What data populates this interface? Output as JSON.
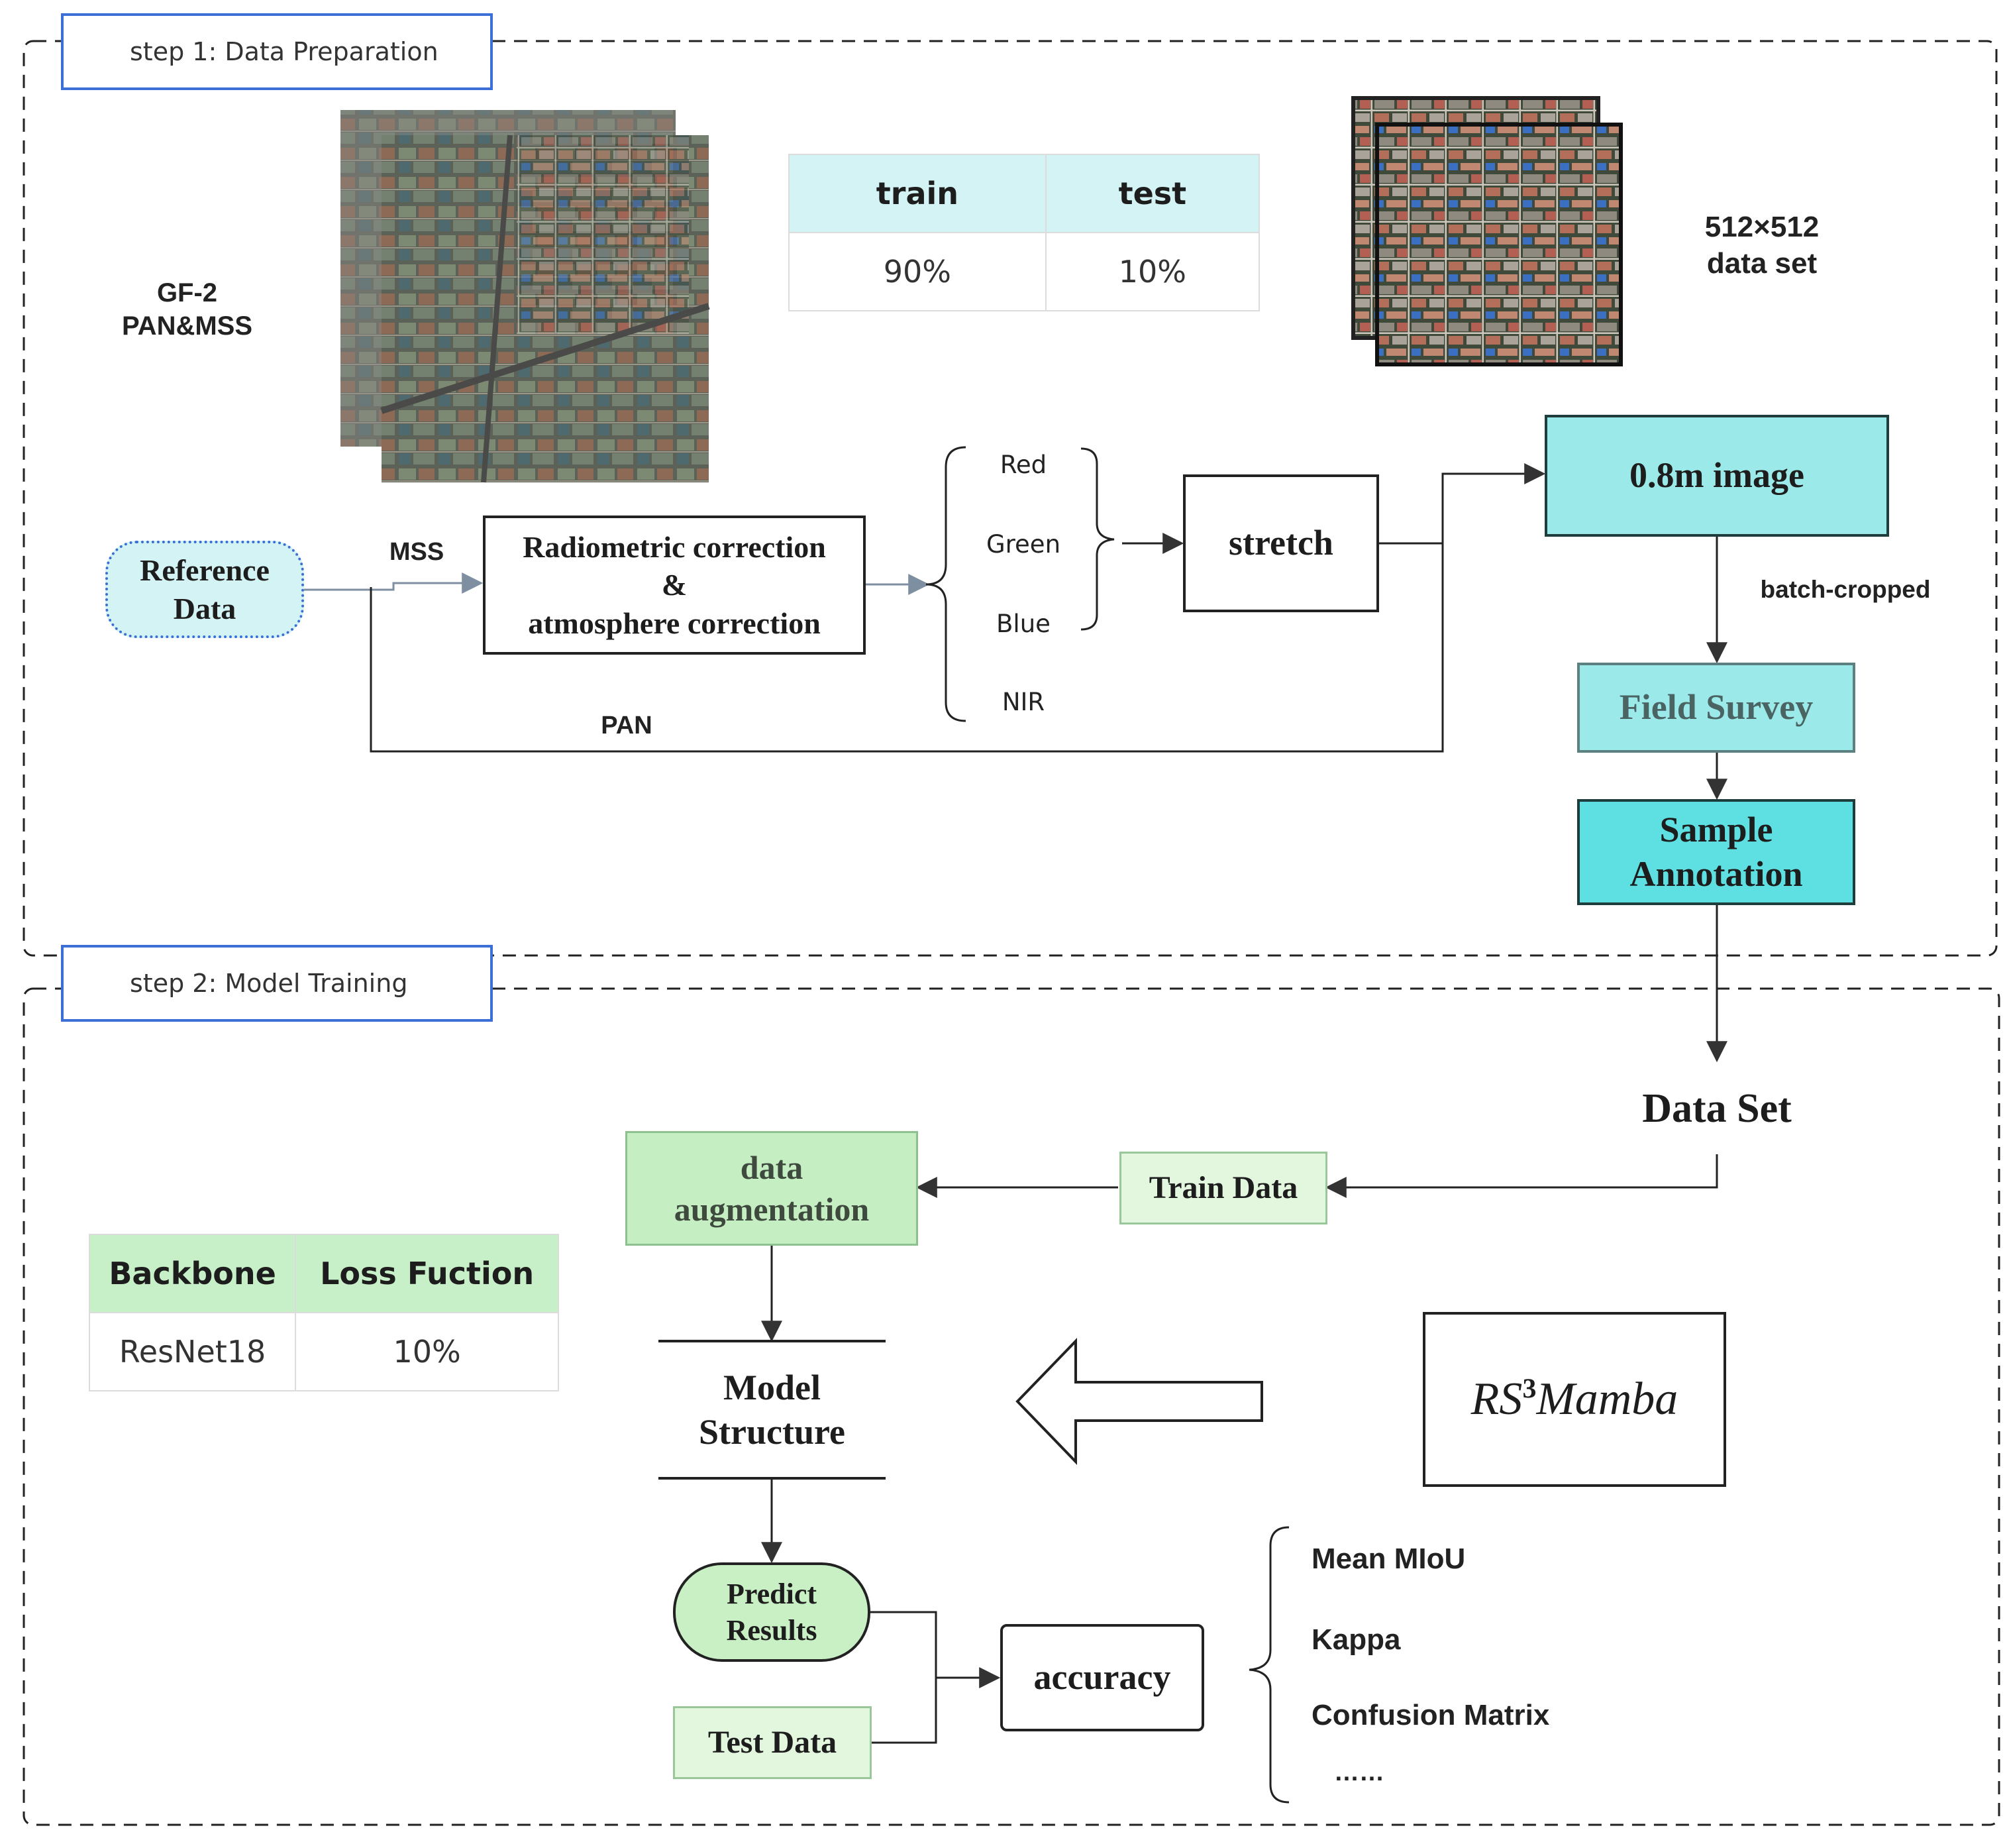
{
  "step1": {
    "label": "step 1: Data Preparation"
  },
  "step2": {
    "label": "step 2: Model Training"
  },
  "source": {
    "line1": "GF-2",
    "line2": "PAN&MSS"
  },
  "split_table": {
    "headers": [
      "train",
      "test"
    ],
    "values": [
      "90%",
      "10%"
    ]
  },
  "dataset_info": {
    "line1": "512×512",
    "line2": "data set"
  },
  "reference_data": {
    "line1": "Reference",
    "line2": "Data"
  },
  "edges": {
    "mss": "MSS",
    "pan": "PAN",
    "batch_cropped": "batch-cropped"
  },
  "correction": {
    "line1": "Radiometric correction",
    "line2": "&",
    "line3": "atmosphere correction"
  },
  "bands": [
    "Red",
    "Green",
    "Blue",
    "NIR"
  ],
  "stretch": "stretch",
  "image_08m": "0.8m image",
  "field_survey": "Field Survey",
  "sample_annotation": {
    "line1": "Sample",
    "line2": "Annotation"
  },
  "data_set": "Data Set",
  "train_data": "Train Data",
  "data_augmentation": {
    "line1": "data",
    "line2": "augmentation"
  },
  "backbone_table": {
    "headers": [
      "Backbone",
      "Loss Fuction"
    ],
    "values": [
      "ResNet18",
      "10%"
    ]
  },
  "model_structure": {
    "line1": "Model",
    "line2": "Structure"
  },
  "model_name": {
    "base": "RS",
    "sup": "3",
    "rest": "Mamba"
  },
  "predict_results": {
    "line1": "Predict",
    "line2": "Results"
  },
  "test_data": "Test Data",
  "accuracy": "accuracy",
  "metrics": [
    "Mean MIoU",
    "Kappa",
    "Confusion Matrix",
    "……"
  ],
  "colors": {
    "tab_border": "#3b6fd6",
    "cyan_light": "#d4f3f4",
    "cyan_mid": "#9ce9ea",
    "cyan_dark": "#5ee0e2",
    "green_light": "#e3f7df",
    "green_mid": "#c5efc3",
    "green_header": "#c8f0c8",
    "green_pill": "#c9efc4",
    "cyan_table_header": "#d3f3f5"
  }
}
